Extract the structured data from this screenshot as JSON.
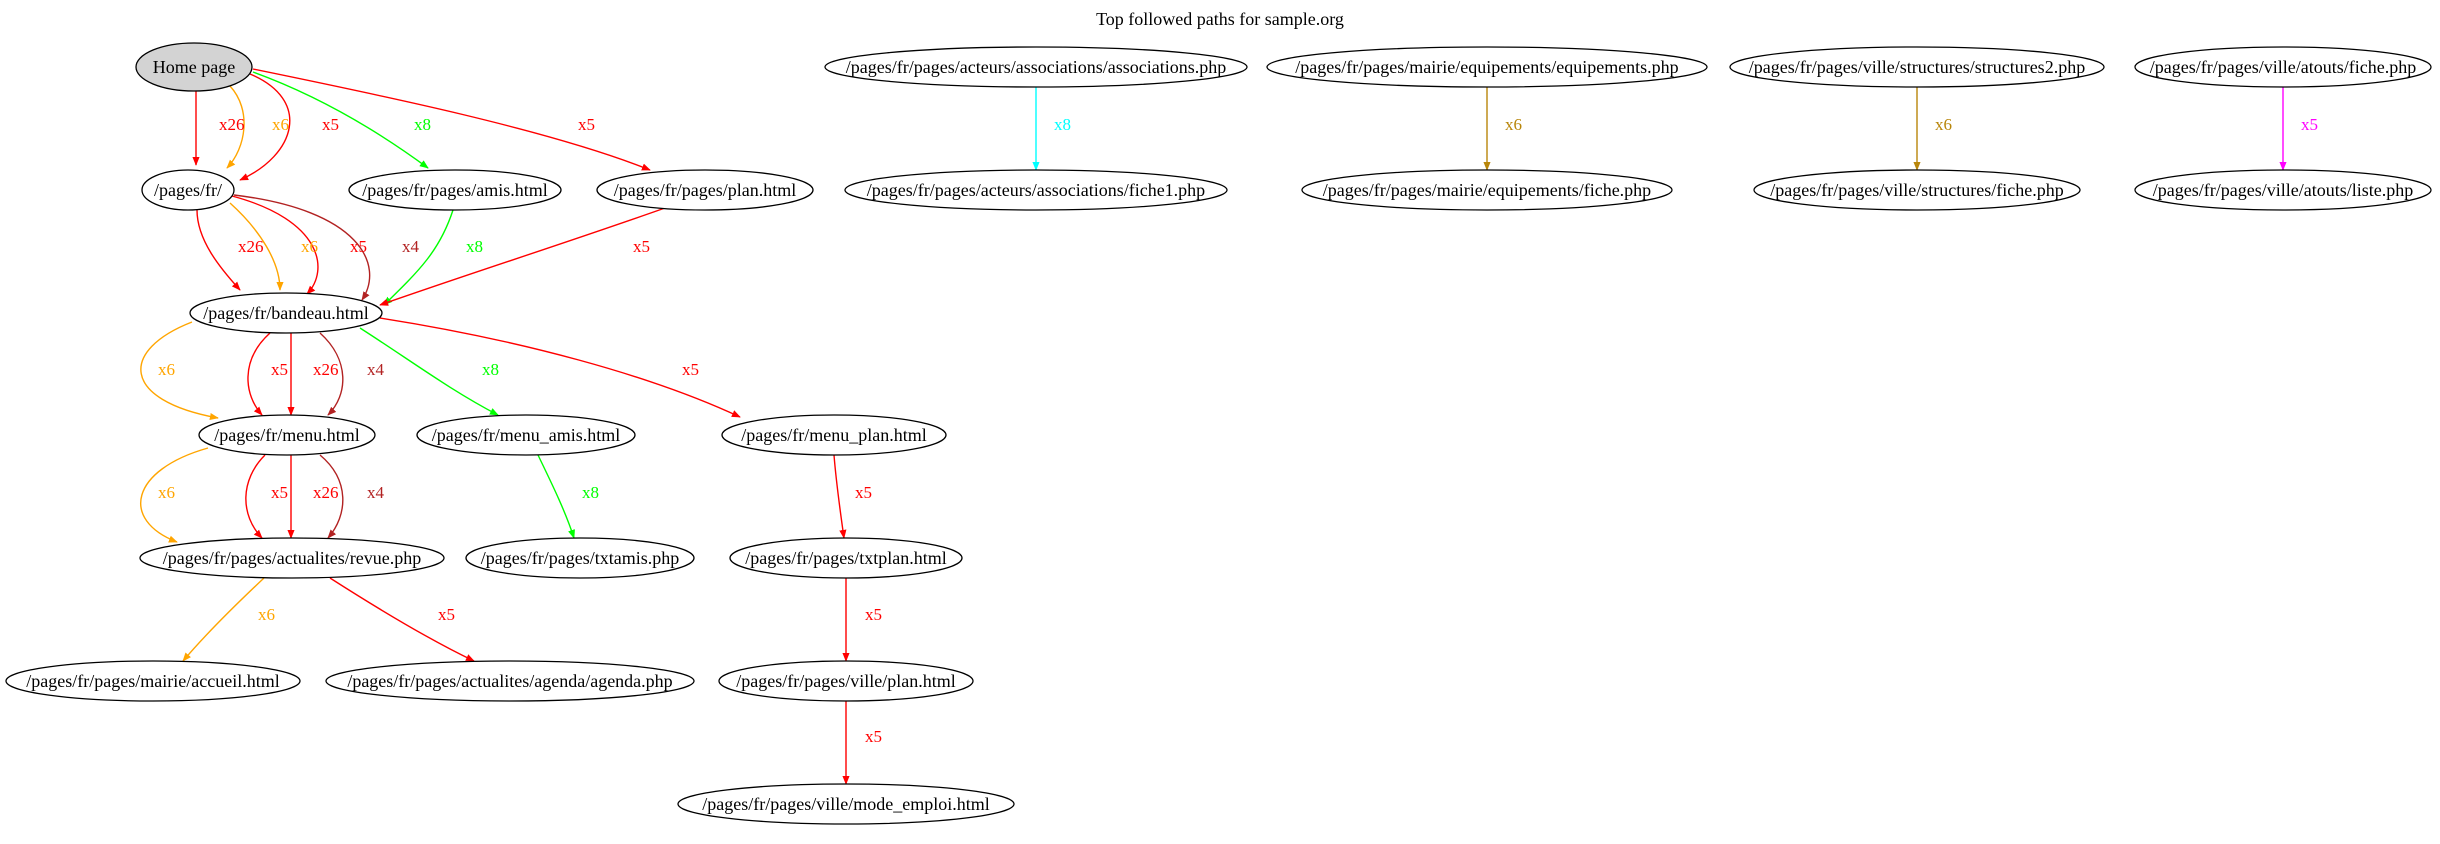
{
  "title": "Top followed paths for sample.org",
  "colors": {
    "red": "#ff0000",
    "orange": "#ffa500",
    "green": "#00ff00",
    "brown": "#b22222",
    "cyan": "#00ffff",
    "gold": "#b8860b",
    "magenta": "#ff00ff",
    "start_fill": "#d3d3d3"
  },
  "nodes": [
    {
      "id": "home",
      "label": "Home page",
      "start": true
    },
    {
      "id": "fr",
      "label": "/pages/fr/"
    },
    {
      "id": "amis",
      "label": "/pages/fr/pages/amis.html"
    },
    {
      "id": "plan",
      "label": "/pages/fr/pages/plan.html"
    },
    {
      "id": "bandeau",
      "label": "/pages/fr/bandeau.html"
    },
    {
      "id": "menu",
      "label": "/pages/fr/menu.html"
    },
    {
      "id": "menu_amis",
      "label": "/pages/fr/menu_amis.html"
    },
    {
      "id": "menu_plan",
      "label": "/pages/fr/menu_plan.html"
    },
    {
      "id": "revue",
      "label": "/pages/fr/pages/actualites/revue.php"
    },
    {
      "id": "txtamis",
      "label": "/pages/fr/pages/txtamis.php"
    },
    {
      "id": "txtplan",
      "label": "/pages/fr/pages/txtplan.html"
    },
    {
      "id": "accueil",
      "label": "/pages/fr/pages/mairie/accueil.html"
    },
    {
      "id": "agenda",
      "label": "/pages/fr/pages/actualites/agenda/agenda.php"
    },
    {
      "id": "villeplan",
      "label": "/pages/fr/pages/ville/plan.html"
    },
    {
      "id": "mode",
      "label": "/pages/fr/pages/ville/mode_emploi.html"
    },
    {
      "id": "assoc",
      "label": "/pages/fr/pages/acteurs/associations/associations.php"
    },
    {
      "id": "fiche1",
      "label": "/pages/fr/pages/acteurs/associations/fiche1.php"
    },
    {
      "id": "equip",
      "label": "/pages/fr/pages/mairie/equipements/equipements.php"
    },
    {
      "id": "equipfiche",
      "label": "/pages/fr/pages/mairie/equipements/fiche.php"
    },
    {
      "id": "struct2",
      "label": "/pages/fr/pages/ville/structures/structures2.php"
    },
    {
      "id": "structfiche",
      "label": "/pages/fr/pages/ville/structures/fiche.php"
    },
    {
      "id": "atoutsfiche",
      "label": "/pages/fr/pages/ville/atouts/fiche.php"
    },
    {
      "id": "atoutsliste",
      "label": "/pages/fr/pages/ville/atouts/liste.php"
    }
  ],
  "edges": [
    {
      "from": "home",
      "to": "fr",
      "label": "x26",
      "color": "red"
    },
    {
      "from": "home",
      "to": "fr",
      "label": "x6",
      "color": "orange"
    },
    {
      "from": "home",
      "to": "fr",
      "label": "x5",
      "color": "red"
    },
    {
      "from": "home",
      "to": "amis",
      "label": "x8",
      "color": "green"
    },
    {
      "from": "home",
      "to": "plan",
      "label": "x5",
      "color": "red"
    },
    {
      "from": "fr",
      "to": "bandeau",
      "label": "x26",
      "color": "red"
    },
    {
      "from": "fr",
      "to": "bandeau",
      "label": "x6",
      "color": "orange"
    },
    {
      "from": "fr",
      "to": "bandeau",
      "label": "x5",
      "color": "red"
    },
    {
      "from": "fr",
      "to": "bandeau",
      "label": "x4",
      "color": "brown"
    },
    {
      "from": "amis",
      "to": "bandeau",
      "label": "x8",
      "color": "green"
    },
    {
      "from": "plan",
      "to": "bandeau",
      "label": "x5",
      "color": "red"
    },
    {
      "from": "bandeau",
      "to": "menu",
      "label": "x6",
      "color": "orange"
    },
    {
      "from": "bandeau",
      "to": "menu",
      "label": "x5",
      "color": "red"
    },
    {
      "from": "bandeau",
      "to": "menu",
      "label": "x26",
      "color": "red"
    },
    {
      "from": "bandeau",
      "to": "menu",
      "label": "x4",
      "color": "brown"
    },
    {
      "from": "bandeau",
      "to": "menu_amis",
      "label": "x8",
      "color": "green"
    },
    {
      "from": "bandeau",
      "to": "menu_plan",
      "label": "x5",
      "color": "red"
    },
    {
      "from": "menu",
      "to": "revue",
      "label": "x6",
      "color": "orange"
    },
    {
      "from": "menu",
      "to": "revue",
      "label": "x5",
      "color": "red"
    },
    {
      "from": "menu",
      "to": "revue",
      "label": "x26",
      "color": "red"
    },
    {
      "from": "menu",
      "to": "revue",
      "label": "x4",
      "color": "brown"
    },
    {
      "from": "menu_amis",
      "to": "txtamis",
      "label": "x8",
      "color": "green"
    },
    {
      "from": "menu_plan",
      "to": "txtplan",
      "label": "x5",
      "color": "red"
    },
    {
      "from": "revue",
      "to": "accueil",
      "label": "x6",
      "color": "orange"
    },
    {
      "from": "revue",
      "to": "agenda",
      "label": "x5",
      "color": "red"
    },
    {
      "from": "txtplan",
      "to": "villeplan",
      "label": "x5",
      "color": "red"
    },
    {
      "from": "villeplan",
      "to": "mode",
      "label": "x5",
      "color": "red"
    },
    {
      "from": "assoc",
      "to": "fiche1",
      "label": "x8",
      "color": "cyan"
    },
    {
      "from": "equip",
      "to": "equipfiche",
      "label": "x6",
      "color": "gold"
    },
    {
      "from": "struct2",
      "to": "structfiche",
      "label": "x6",
      "color": "gold"
    },
    {
      "from": "atoutsfiche",
      "to": "atoutsliste",
      "label": "x5",
      "color": "magenta"
    }
  ]
}
